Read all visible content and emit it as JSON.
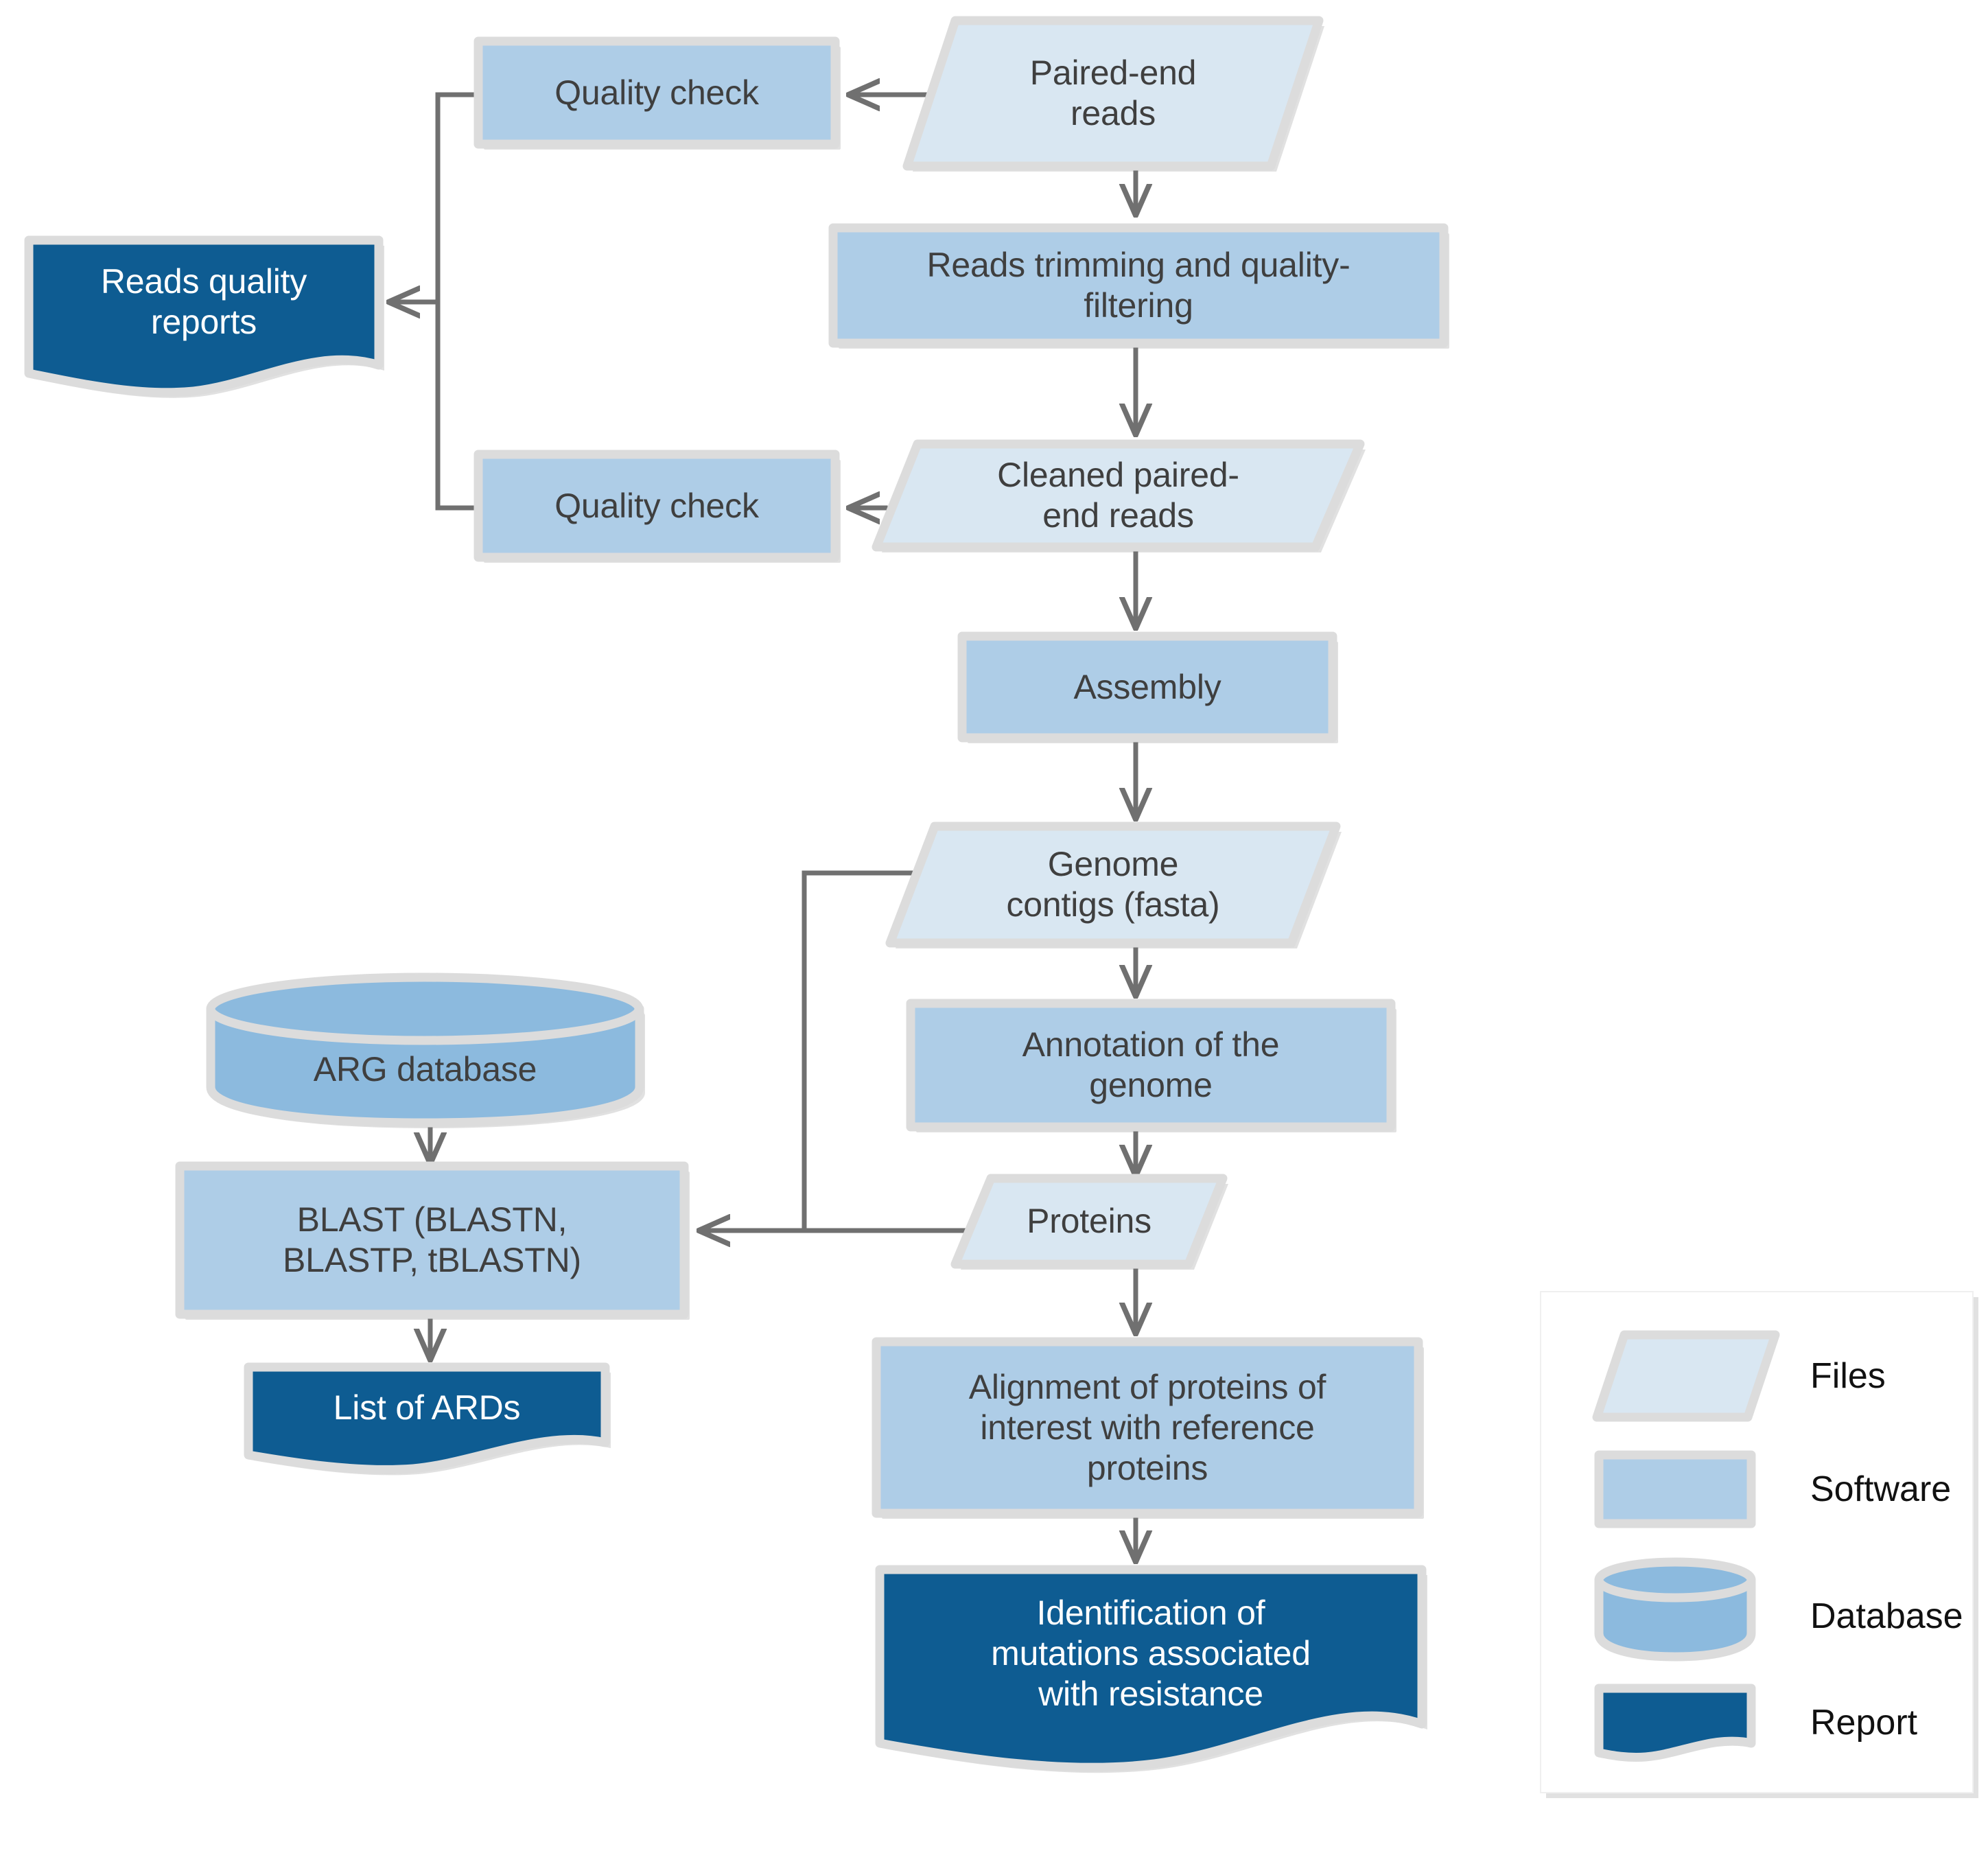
{
  "diagram": {
    "title": "Whole-genome sequencing antimicrobial resistance analysis workflow",
    "colors": {
      "files_fill": "#D9E7F2",
      "software_fill": "#AECDE7",
      "database_fill": "#8CBADE",
      "database_top_fill": "#8CBADE",
      "report_fill": "#0E5C92",
      "node_stroke": "#DCDCDC",
      "shadow": "#CFCFCF",
      "arrow": "#707070",
      "text_dark": "#3F3F3F",
      "text_light": "#FFFFFF",
      "legend_bg": "#FFFFFF",
      "legend_text": "#111111"
    },
    "nodes": [
      {
        "id": "quality-check-1",
        "type": "software",
        "label": "Quality check"
      },
      {
        "id": "paired-end-reads",
        "type": "files",
        "label": "Paired-end\nreads"
      },
      {
        "id": "reads-quality-reports",
        "type": "report",
        "label": "Reads quality\nreports"
      },
      {
        "id": "reads-trimming",
        "type": "software",
        "label": "Reads trimming and quality-\nfiltering"
      },
      {
        "id": "quality-check-2",
        "type": "software",
        "label": "Quality check"
      },
      {
        "id": "cleaned-reads",
        "type": "files",
        "label": "Cleaned paired-\nend reads"
      },
      {
        "id": "assembly",
        "type": "software",
        "label": "Assembly"
      },
      {
        "id": "genome-contigs",
        "type": "files",
        "label": "Genome\ncontigs (fasta)"
      },
      {
        "id": "arg-database",
        "type": "database",
        "label": "ARG database"
      },
      {
        "id": "annotation",
        "type": "software",
        "label": "Annotation of the\ngenome"
      },
      {
        "id": "blast",
        "type": "software",
        "label": "BLAST (BLASTN,\nBLASTP, tBLASTN)"
      },
      {
        "id": "proteins",
        "type": "files",
        "label": "Proteins"
      },
      {
        "id": "list-of-ards",
        "type": "report",
        "label": "List of ARDs"
      },
      {
        "id": "alignment",
        "type": "software",
        "label": "Alignment of proteins of\ninterest with reference\nproteins"
      },
      {
        "id": "identification",
        "type": "report",
        "label": "Identification of\nmutations associated\nwith resistance"
      }
    ],
    "edges": [
      {
        "from": "paired-end-reads",
        "to": "quality-check-1",
        "arrow": "left"
      },
      {
        "from": "quality-check-1",
        "to": "reads-quality-reports",
        "arrow": "left"
      },
      {
        "from": "quality-check-2",
        "to": "reads-quality-reports",
        "arrow": "left"
      },
      {
        "from": "paired-end-reads",
        "to": "reads-trimming",
        "arrow": "down"
      },
      {
        "from": "reads-trimming",
        "to": "cleaned-reads",
        "arrow": "down"
      },
      {
        "from": "cleaned-reads",
        "to": "quality-check-2",
        "arrow": "left"
      },
      {
        "from": "cleaned-reads",
        "to": "assembly",
        "arrow": "down"
      },
      {
        "from": "assembly",
        "to": "genome-contigs",
        "arrow": "down"
      },
      {
        "from": "genome-contigs",
        "to": "annotation",
        "arrow": "down"
      },
      {
        "from": "genome-contigs",
        "to": "blast",
        "arrow": "left"
      },
      {
        "from": "annotation",
        "to": "proteins",
        "arrow": "down"
      },
      {
        "from": "proteins",
        "to": "blast",
        "arrow": "left"
      },
      {
        "from": "arg-database",
        "to": "blast",
        "arrow": "down"
      },
      {
        "from": "blast",
        "to": "list-of-ards",
        "arrow": "down"
      },
      {
        "from": "proteins",
        "to": "alignment",
        "arrow": "down"
      },
      {
        "from": "alignment",
        "to": "identification",
        "arrow": "down"
      }
    ]
  },
  "legend": {
    "items": [
      {
        "id": "legend-files",
        "shape": "parallelogram",
        "label": "Files"
      },
      {
        "id": "legend-software",
        "shape": "rectangle",
        "label": "Software"
      },
      {
        "id": "legend-database",
        "shape": "cylinder",
        "label": "Database"
      },
      {
        "id": "legend-report",
        "shape": "wave",
        "label": "Report"
      }
    ]
  }
}
